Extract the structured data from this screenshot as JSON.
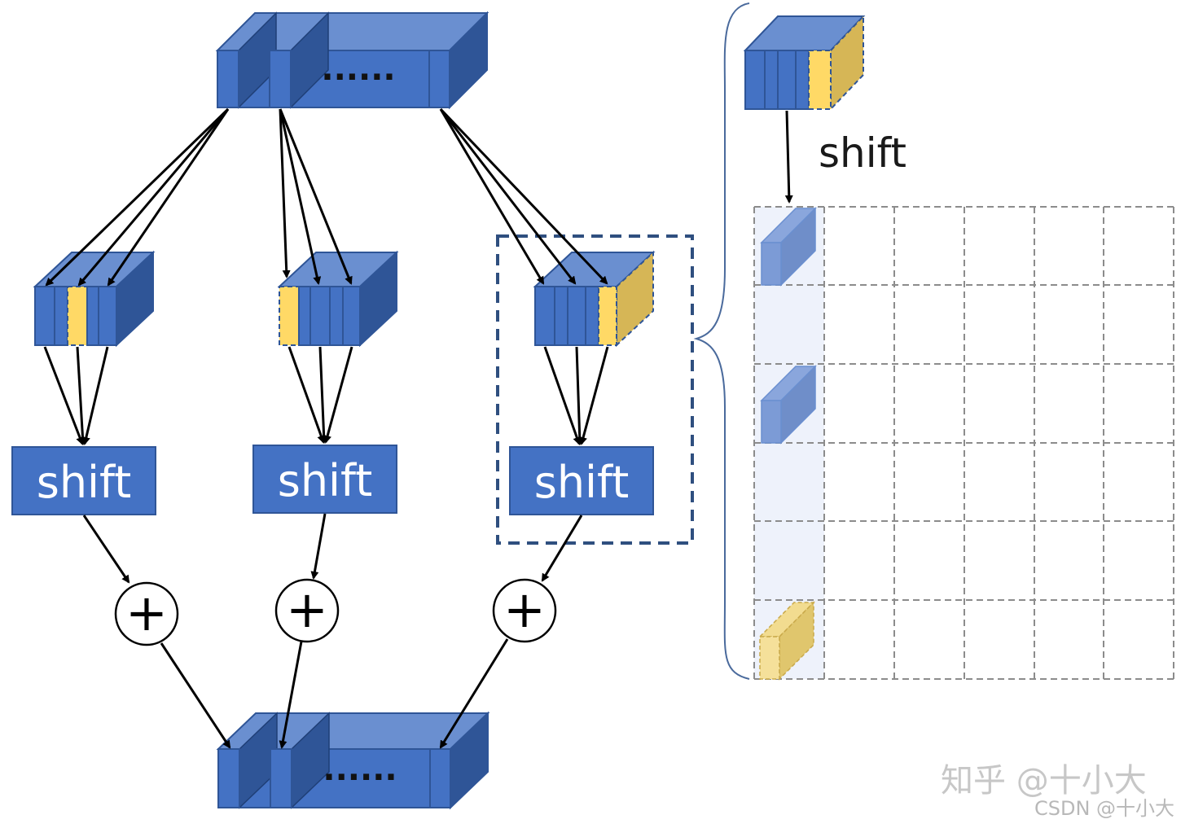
{
  "branches": [
    {
      "shift_label": "shift"
    },
    {
      "shift_label": "shift"
    },
    {
      "shift_label": "shift"
    }
  ],
  "input_tensor": {
    "ellipsis": "......"
  },
  "output_tensor": {
    "ellipsis": "......"
  },
  "plus_symbol": "+",
  "detail": {
    "shift_label": "shift",
    "grid_rows": 6,
    "grid_cols": 6
  },
  "watermark": {
    "line1": "知乎 @十小大",
    "line2": "CSDN @十小大"
  },
  "colors": {
    "blue": "#4472c4",
    "blue_dark": "#2f5597",
    "blue_top": "#6a8fd0",
    "yellow": "#ffd966",
    "yellow_dark": "#d6b656",
    "grid": "#8c8c8c"
  }
}
